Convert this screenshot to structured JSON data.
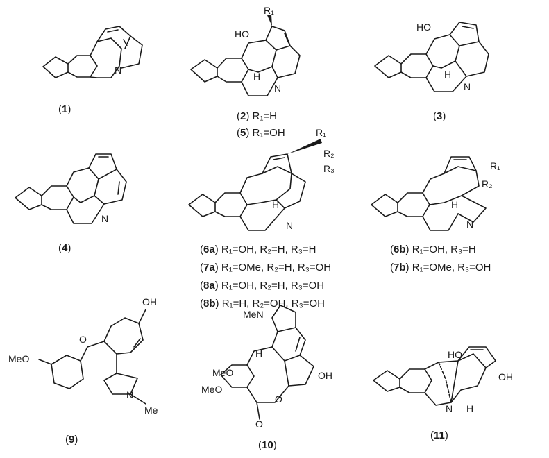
{
  "compounds": [
    {
      "id": "1",
      "label_open": "(",
      "num": "1",
      "label_close": ")"
    },
    {
      "id": "2",
      "num": "2",
      "substituent": "R₁=H"
    },
    {
      "id": "5",
      "num": "5",
      "substituent": "R₁=OH"
    },
    {
      "id": "3",
      "num": "3"
    },
    {
      "id": "4",
      "num": "4"
    },
    {
      "id": "6a",
      "num": "6a",
      "substituent": "R₁=OH, R₂=H, R₃=H"
    },
    {
      "id": "7a",
      "num": "7a",
      "substituent": "R₁=OMe, R₂=H, R₃=OH"
    },
    {
      "id": "8a",
      "num": "8a",
      "substituent": "R₁=OH, R₂=H, R₃=OH"
    },
    {
      "id": "8b",
      "num": "8b",
      "substituent": "R₁=H, R₂=OH, R₃=OH"
    },
    {
      "id": "6b",
      "num": "6b",
      "substituent": "R₁=OH, R₃=H"
    },
    {
      "id": "7b",
      "num": "7b",
      "substituent": "R₁=OMe, R₃=OH"
    },
    {
      "id": "9",
      "num": "9"
    },
    {
      "id": "10",
      "num": "10"
    },
    {
      "id": "11",
      "num": "11"
    }
  ],
  "atoms": {
    "HO": "HO",
    "OH": "OH",
    "O": "O",
    "N": "N",
    "H": "H",
    "MeO": "MeO",
    "Me": "Me",
    "MeN": "MeN",
    "R1": "R₁",
    "R2": "R₂",
    "R3": "R₃"
  }
}
